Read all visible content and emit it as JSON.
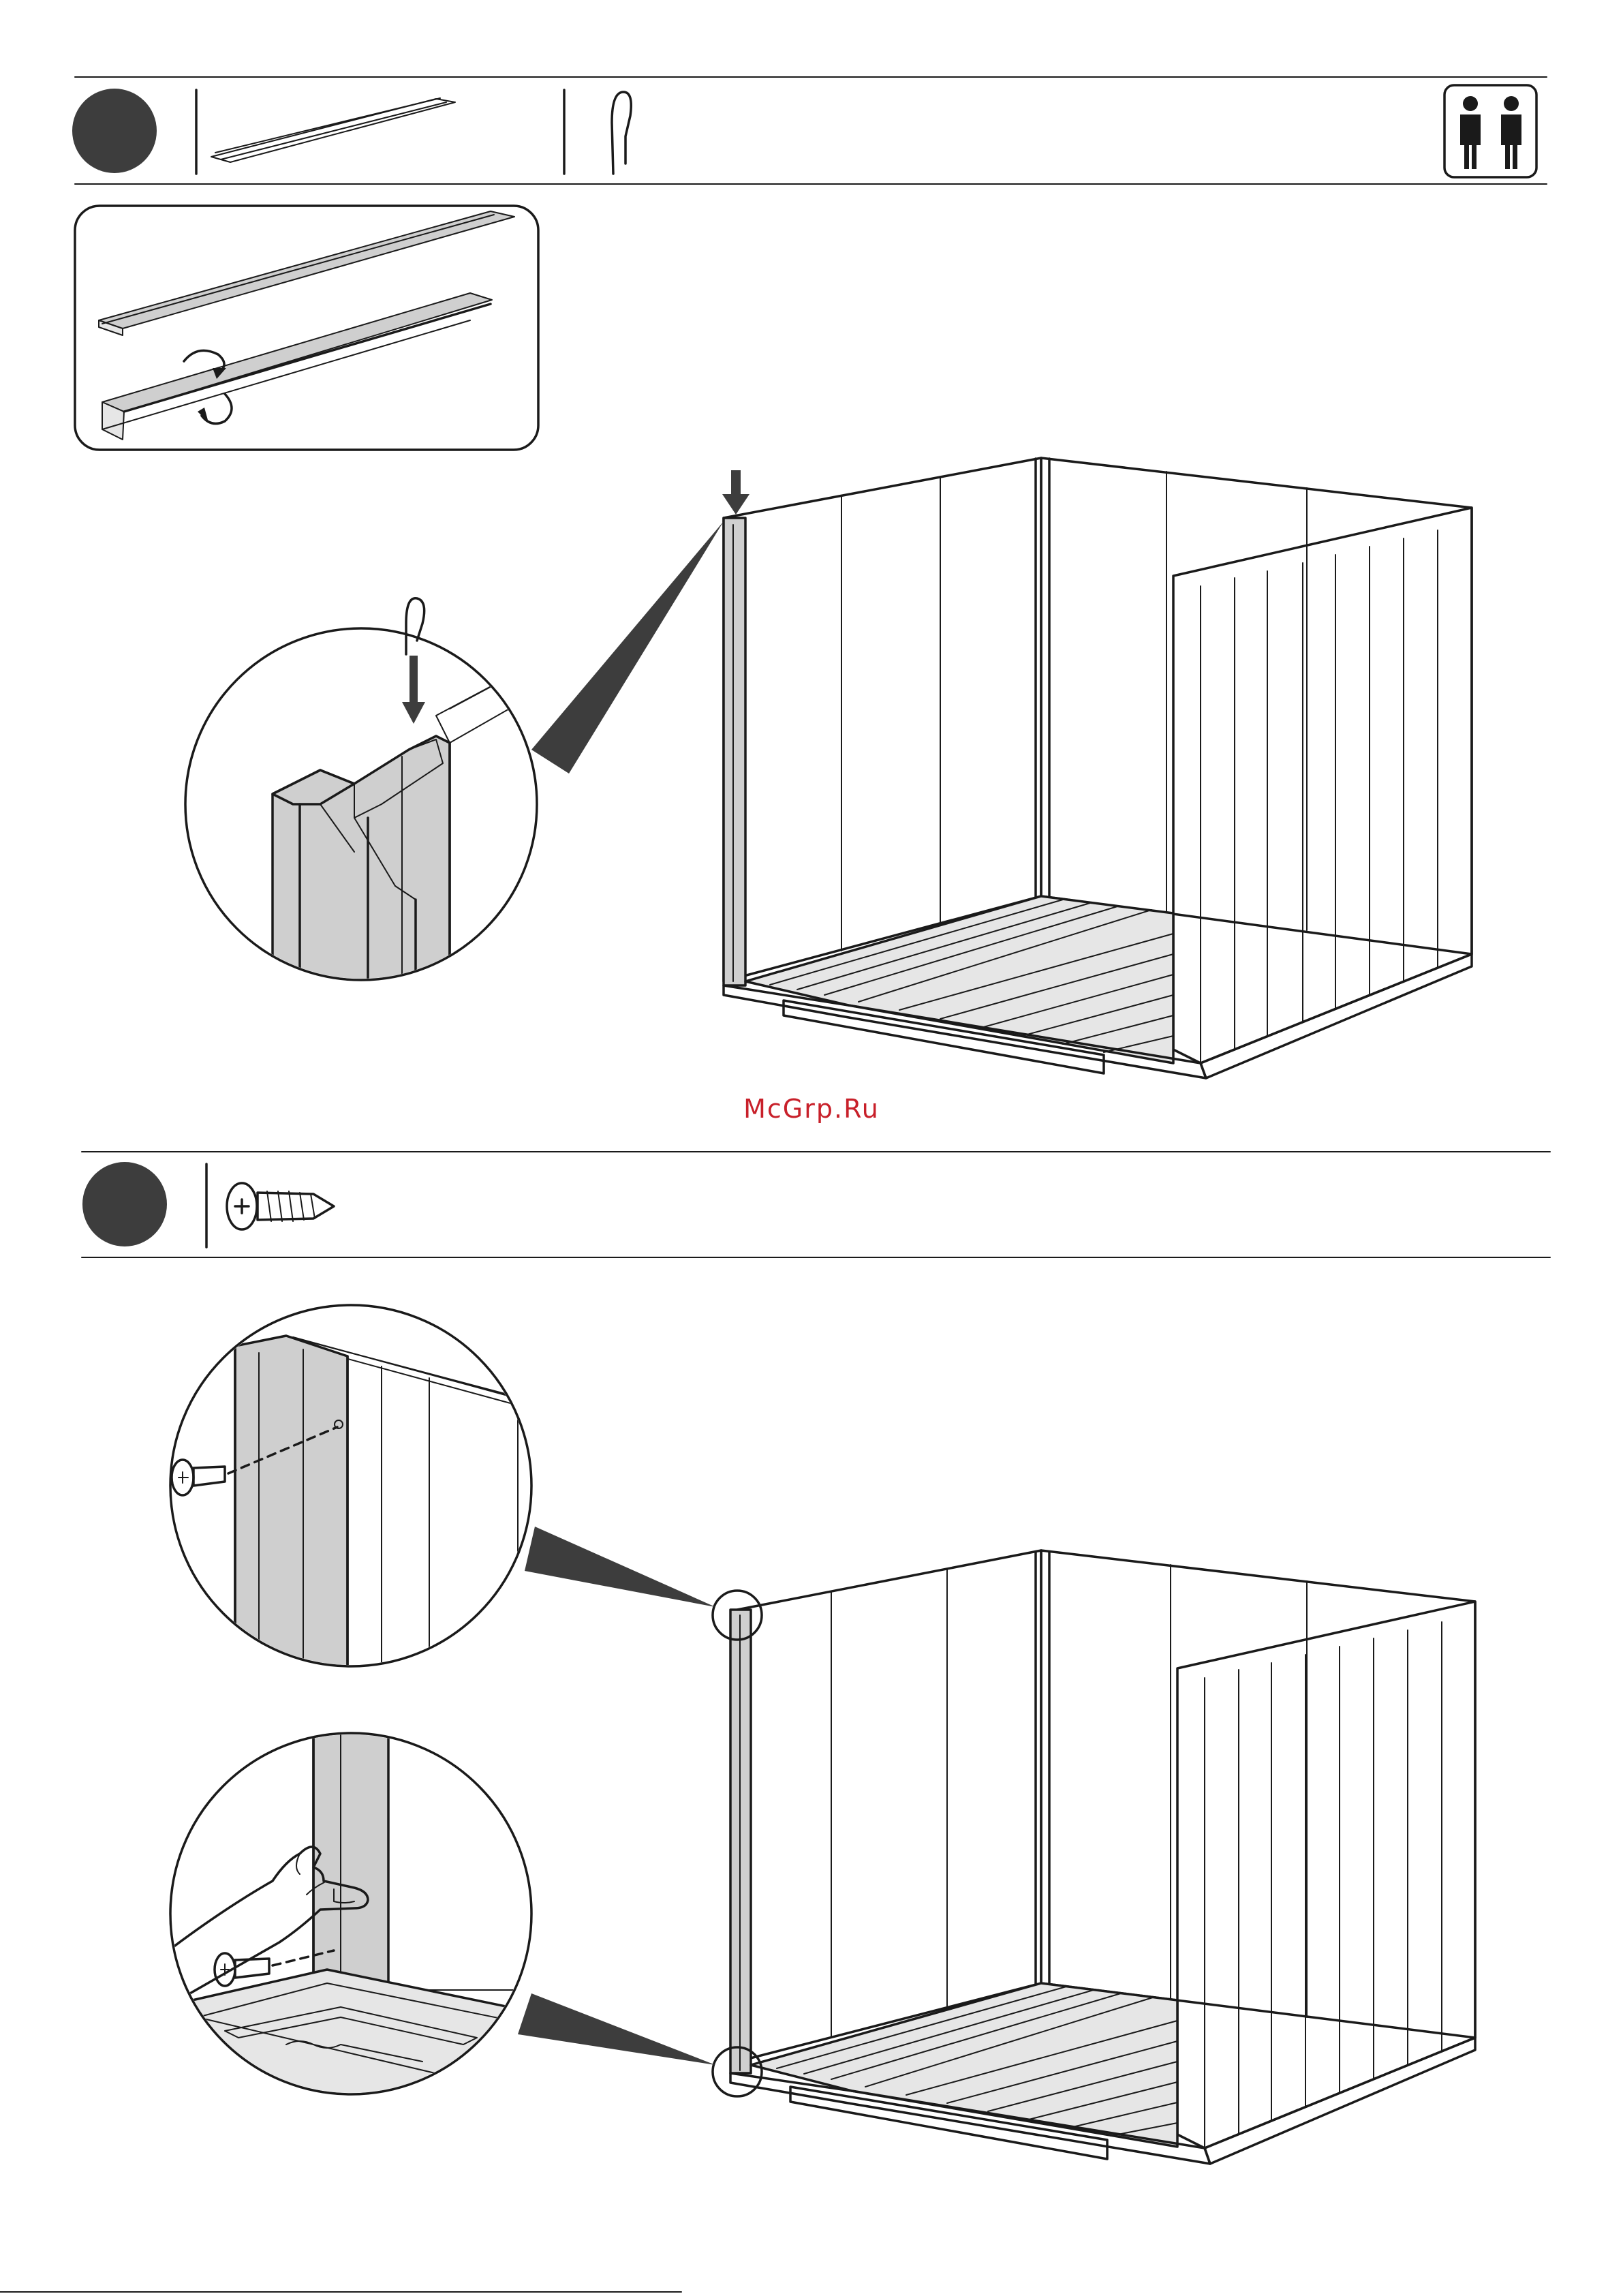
{
  "watermark": "McGrp.Ru",
  "steps": [
    {
      "step": "top",
      "parts": [
        "panel-strip",
        "locking-clip"
      ],
      "icons": [
        "two-person-icon"
      ]
    },
    {
      "step": "bottom",
      "parts": [
        "screw"
      ]
    }
  ],
  "colors": {
    "ink": "#1a1a1a",
    "step_badge": "#3d3d3d",
    "panel_fill": "#cfcfcf",
    "watermark": "#c8202a"
  }
}
